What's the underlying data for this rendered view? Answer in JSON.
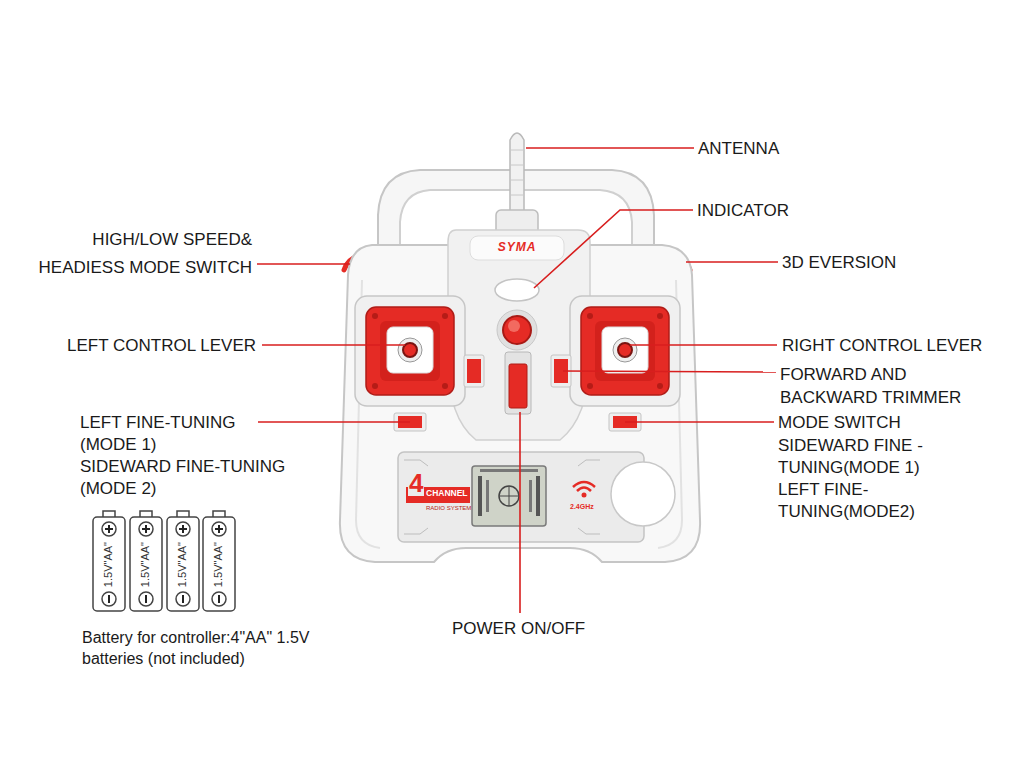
{
  "diagram": {
    "labels": [
      "ANTENNA",
      "INDICATOR",
      "SYMA",
      "HIGH/LOW SPEED& HEADIESS MODE SWITCH",
      "3D EVERSION",
      "LEFT CONTROL LEVER",
      "RIGHT CONTROL LEVER",
      "FORWARD AND BACKWARD TRIMMER",
      "LEFT FINE-TUNING (MODE 1)",
      "SIDEWARD FINE-TUNING (MODE 2)",
      "MODE SWITCH",
      "SIDEWARD FINE - TUNING(MODE 1)",
      "LEFT FINE-TUNING(MODE2)",
      "4",
      "CHANNEL",
      "RADIO SYSTEM",
      "2.4GHz",
      "1.5V\"AA\"",
      "1.5V\"AA\"",
      "1.5V\"AA\"",
      "1.5V\"AA\"",
      "Battery for controller:4\"AA\" 1.5V batteries (not included)",
      "POWER ON/OFF"
    ]
  }
}
